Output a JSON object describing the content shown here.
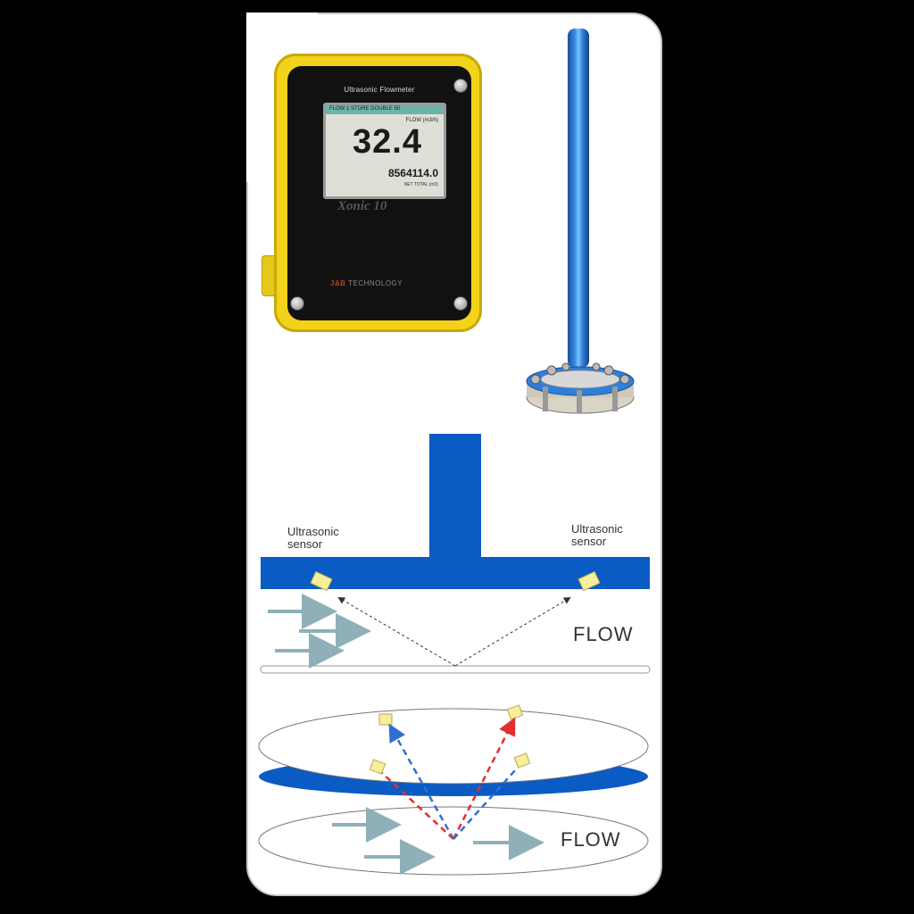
{
  "device": {
    "title": "Ultrasonic Flowmeter",
    "status_bar": "FLOW  1 STORE  DOUBLE 50",
    "unit_label": "FLOW  (m3/h)",
    "reading": "32.4",
    "totalizer": "8564114.0",
    "totalizer_label": "NET  TOTAL  (m3)",
    "brand": "Xonic 10",
    "maker_red": "J&B",
    "maker_gray": "TECHNOLOGY"
  },
  "diagram_top": {
    "left_sensor_label": [
      "Ultrasonic",
      "sensor"
    ],
    "right_sensor_label": [
      "Ultrasonic",
      "sensor"
    ],
    "flow_label": "FLOW"
  },
  "diagram_bottom": {
    "flow_label": "FLOW"
  },
  "colors": {
    "pipe_blue": "#0a5bc4",
    "sensor_yellow": "#f5ee9a",
    "device_yellow": "#f3d21a",
    "beam_red": "#e03030",
    "beam_blue": "#2e6fd6"
  }
}
